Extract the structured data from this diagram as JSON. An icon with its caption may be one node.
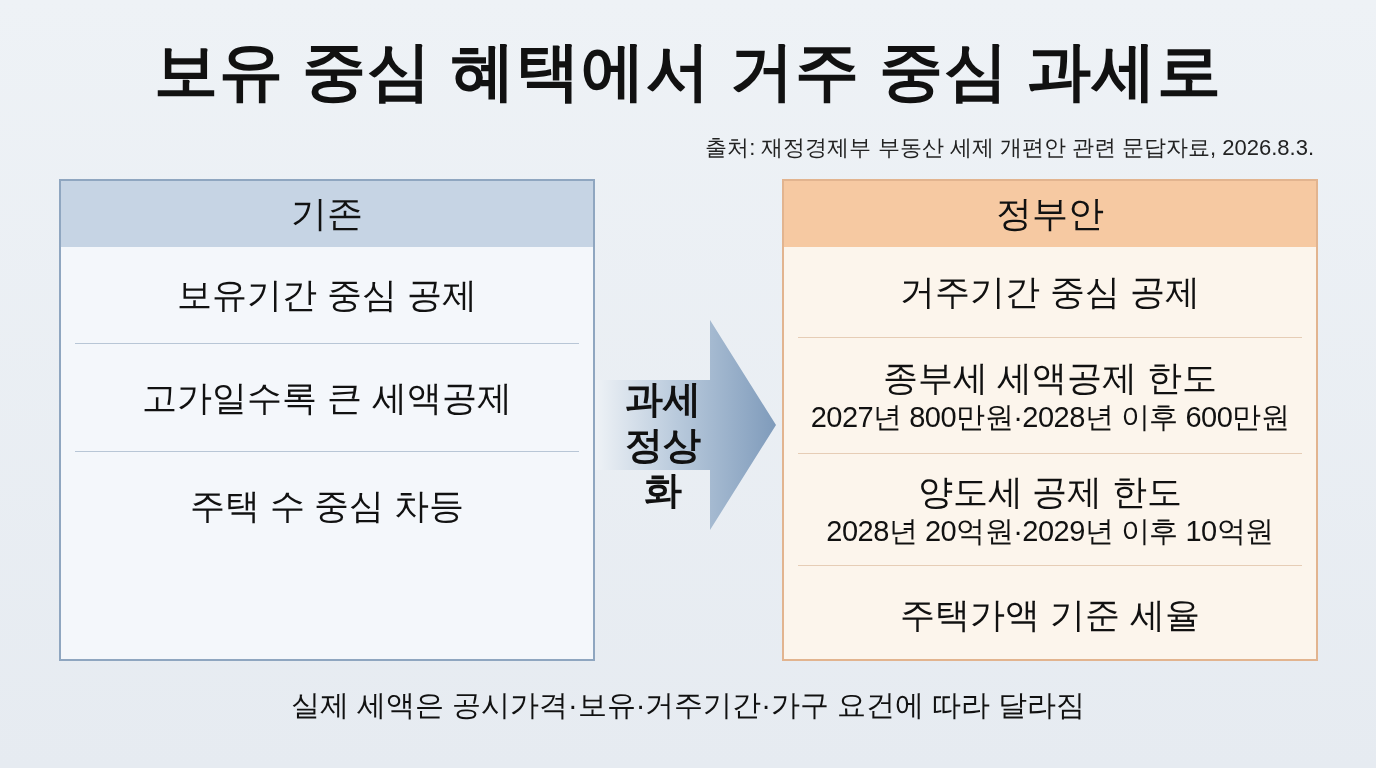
{
  "diagram": {
    "title": "보유 중심 혜택에서 거주 중심 과세로",
    "nodes": [
      {
        "text": [
          "기존"
        ]
      },
      {
        "text": [
          "보유기간 중심 공제"
        ],
        "in": 0
      },
      {
        "text": [
          "고가일수록 큰 세액공제"
        ],
        "in": 0
      },
      {
        "text": [
          "주택 수 중심 차등"
        ],
        "in": 0
      },
      {
        "text": [
          "정부안"
        ]
      },
      {
        "text": [
          "거주기간 중심 공제"
        ],
        "in": 4
      },
      {
        "text": [
          "종부세 세액공제 한도",
          "2027년 800만원·2028년 이후 600만원"
        ],
        "in": 4
      },
      {
        "text": [
          "양도세 공제 한도",
          "2028년 20억원·2029년 이후 10억원"
        ],
        "in": 4
      },
      {
        "text": [
          "주택가액 기준 세율"
        ],
        "in": 4
      }
    ],
    "edges": [
      {
        "from": 0,
        "to": 4,
        "arrow": "to",
        "label": "과세 정상화"
      }
    ],
    "labels": [
      "출처: 재정경제부 부동산 세제 개편안 관련 문답자료, 2026.8.3."
    ],
    "caption": "실제 세액은 공시가격·보유·거주기간·가구 요건에 따라 달라짐"
  }
}
